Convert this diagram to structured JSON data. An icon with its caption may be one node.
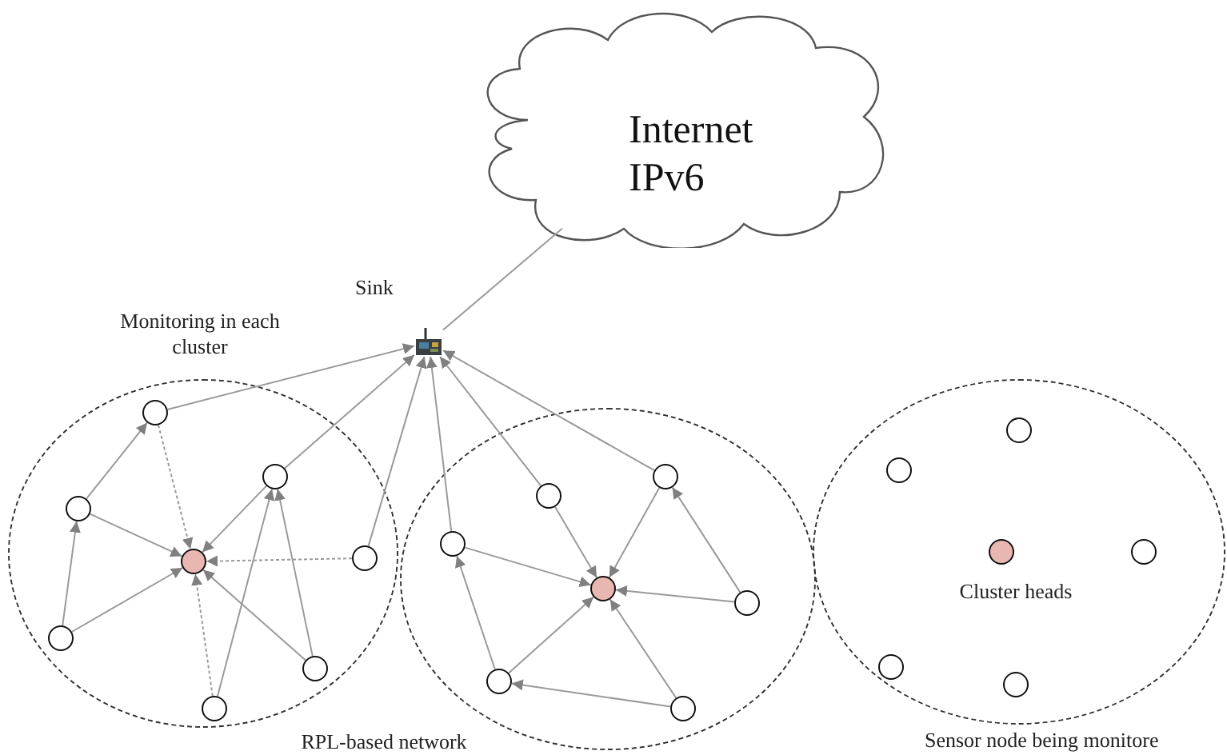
{
  "diagram": {
    "nodes": [
      {
        "text": [
          "Internet IPv6"
        ]
      },
      {
        "text": [],
        "shape": "picture",
        "beside": [
          "Sink"
        ]
      },
      {
        "text": [],
        "shape": "circle"
      },
      {
        "text": [],
        "shape": "circle"
      },
      {
        "text": [],
        "shape": "circle"
      },
      {
        "text": [],
        "shape": "circle",
        "in": 2
      },
      {
        "text": [],
        "shape": "circle",
        "in": 2
      },
      {
        "text": [],
        "shape": "circle",
        "in": 2
      },
      {
        "text": [],
        "shape": "circle",
        "in": 2
      },
      {
        "text": [],
        "shape": "circle",
        "in": 2
      },
      {
        "text": [],
        "shape": "circle",
        "in": 2
      },
      {
        "text": [],
        "shape": "circle",
        "in": 2
      },
      {
        "text": [],
        "shape": "circle",
        "in": 2
      },
      {
        "text": [],
        "shape": "circle",
        "in": 3
      },
      {
        "text": [],
        "shape": "circle",
        "in": 3
      },
      {
        "text": [],
        "shape": "circle",
        "in": 3
      },
      {
        "text": [],
        "shape": "circle",
        "in": 3
      },
      {
        "text": [],
        "shape": "circle",
        "in": 3
      },
      {
        "text": [],
        "shape": "circle",
        "in": 3
      },
      {
        "text": [],
        "shape": "circle",
        "in": 3
      },
      {
        "text": [],
        "shape": "circle",
        "in": 4
      },
      {
        "text": [],
        "shape": "circle",
        "in": 4
      },
      {
        "text": [],
        "shape": "circle",
        "in": 4
      },
      {
        "text": [],
        "shape": "circle",
        "in": 4
      },
      {
        "text": [],
        "shape": "circle",
        "in": 4
      },
      {
        "text": [],
        "shape": "circle",
        "in": 4
      }
    ],
    "edges": [
      {
        "from": 1,
        "to": 0,
        "arrow": "none"
      },
      {
        "from": 5,
        "to": 1,
        "arrow": "to"
      },
      {
        "from": 6,
        "to": 1,
        "arrow": "to"
      },
      {
        "from": 9,
        "to": 1,
        "arrow": "to"
      },
      {
        "from": 15,
        "to": 1,
        "arrow": "to"
      },
      {
        "from": 13,
        "to": 1,
        "arrow": "to"
      },
      {
        "from": 14,
        "to": 1,
        "arrow": "to"
      },
      {
        "from": 5,
        "to": 8,
        "arrow": "to",
        "style": "dashed"
      },
      {
        "from": 7,
        "to": 5,
        "arrow": "to"
      },
      {
        "from": 7,
        "to": 8,
        "arrow": "to"
      },
      {
        "from": 10,
        "to": 7,
        "arrow": "to"
      },
      {
        "from": 10,
        "to": 8,
        "arrow": "to"
      },
      {
        "from": 6,
        "to": 8,
        "arrow": "to"
      },
      {
        "from": 9,
        "to": 8,
        "arrow": "to",
        "style": "dashed"
      },
      {
        "from": 12,
        "to": 8,
        "arrow": "to",
        "style": "dashed"
      },
      {
        "from": 12,
        "to": 6,
        "arrow": "to"
      },
      {
        "from": 11,
        "to": 6,
        "arrow": "to"
      },
      {
        "from": 11,
        "to": 8,
        "arrow": "to"
      },
      {
        "from": 13,
        "to": 16,
        "arrow": "to"
      },
      {
        "from": 14,
        "to": 16,
        "arrow": "to"
      },
      {
        "from": 15,
        "to": 16,
        "arrow": "to"
      },
      {
        "from": 17,
        "to": 16,
        "arrow": "to"
      },
      {
        "from": 18,
        "to": 16,
        "arrow": "to"
      },
      {
        "from": 19,
        "to": 16,
        "arrow": "to"
      },
      {
        "from": 18,
        "to": 15,
        "arrow": "to"
      },
      {
        "from": 19,
        "to": 18,
        "arrow": "to"
      },
      {
        "from": 17,
        "to": 14,
        "arrow": "to"
      }
    ],
    "labels": [
      "Monitoring in each cluster",
      "RPL-based network",
      "Cluster heads",
      "Sensor node being monitore"
    ]
  }
}
